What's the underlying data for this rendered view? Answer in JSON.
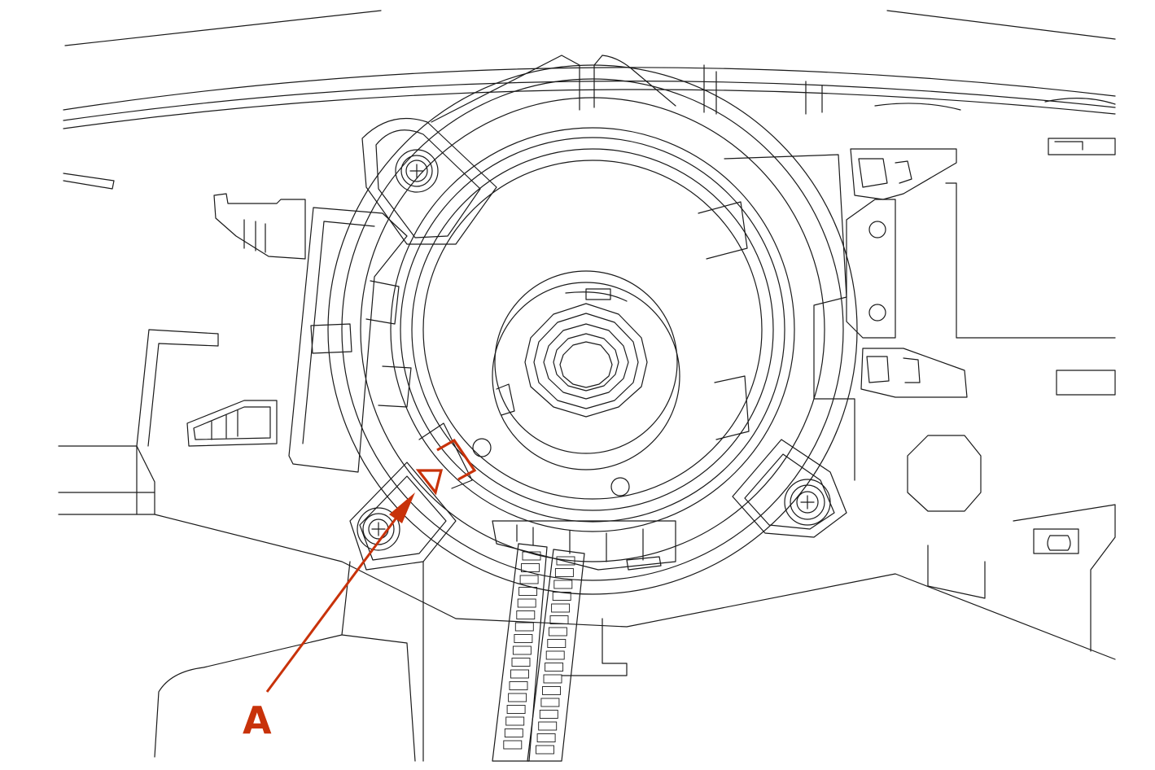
{
  "diagram": {
    "callout": {
      "label": "A"
    },
    "colors": {
      "line": "#1a1a1a",
      "highlight": "#c8320a",
      "background": "#ffffff"
    },
    "parts": [
      "clock-spring-assembly",
      "mounting-screw",
      "ribbon-cable",
      "alignment-mark",
      "steering-column-housing",
      "dashboard-trim"
    ]
  }
}
